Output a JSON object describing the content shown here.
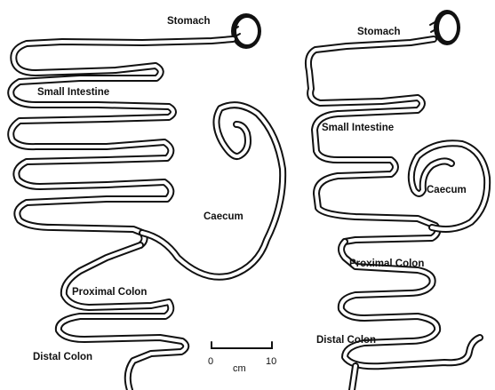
{
  "left_specimen": {
    "labels": {
      "stomach": "Stomach",
      "small_intestine": "Small Intestine",
      "caecum": "Caecum",
      "proximal_colon": "Proximal Colon",
      "distal_colon": "Distal Colon"
    }
  },
  "right_specimen": {
    "labels": {
      "stomach": "Stomach",
      "small_intestine": "Small Intestine",
      "caecum": "Caecum",
      "proximal_colon": "Proximal Colon",
      "distal_colon": "Distal Colon"
    }
  },
  "scale_bar": {
    "start": "0",
    "end": "10",
    "unit": "cm"
  },
  "colors": {
    "ink": "#111111",
    "background": "#ffffff"
  }
}
